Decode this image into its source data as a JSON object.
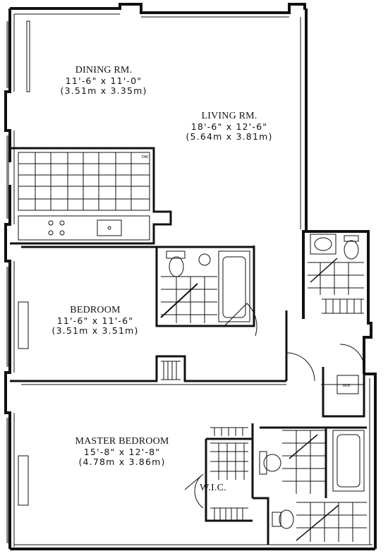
{
  "rooms": {
    "dining": {
      "name": "DINING RM.",
      "dim_imperial": "11'-6\" x 11'-0\"",
      "dim_metric": "(3.51m x 3.35m)"
    },
    "living": {
      "name": "LIVING RM.",
      "dim_imperial": "18'-6\" x 12'-6\"",
      "dim_metric": "(5.64m x 3.81m)"
    },
    "bedroom": {
      "name": "BEDROOM",
      "dim_imperial": "11'-6\" x 11'-6\"",
      "dim_metric": "(3.51m x 3.51m)"
    },
    "master": {
      "name": "MASTER BEDROOM",
      "dim_imperial": "15'-8\" x 12'-8\"",
      "dim_metric": "(4.78m x 3.86m)"
    },
    "wic": {
      "name": "W.I.C."
    }
  },
  "fixtures": {
    "dishwasher_label": "DW",
    "washer_dryer_label": "W/D"
  }
}
